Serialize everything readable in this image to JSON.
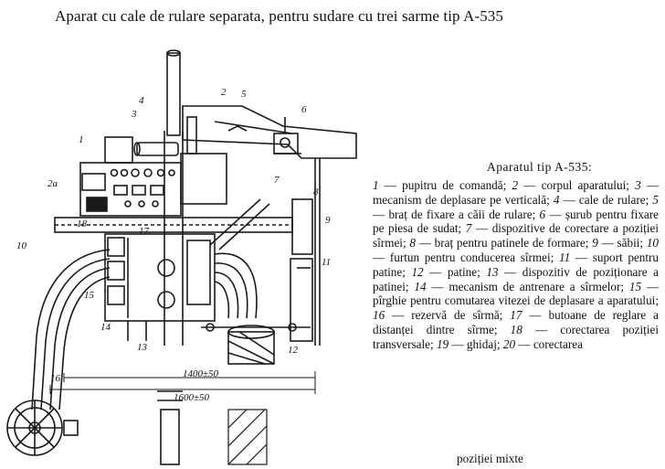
{
  "document": {
    "title": "Aparat cu cale de rulare separata, pentru sudare cu trei sarme tip A-535"
  },
  "figure": {
    "callouts": [
      "1",
      "2",
      "3",
      "4",
      "5",
      "6",
      "7",
      "8",
      "9",
      "10",
      "11",
      "12",
      "13",
      "14",
      "15",
      "16",
      "17",
      "18",
      "2a"
    ],
    "dimensions": [
      "1400±50",
      "1600±50"
    ]
  },
  "legend": {
    "title": "Aparatul tip A-535:",
    "entries": [
      {
        "num": "1",
        "text": "pupitru de comandă;"
      },
      {
        "num": "2",
        "text": "corpul aparatului;"
      },
      {
        "num": "3",
        "text": "mecanism de deplasare pe verticală;"
      },
      {
        "num": "4",
        "text": "cale de rulare;"
      },
      {
        "num": "5",
        "text": "braț de fixare a căii de rulare;"
      },
      {
        "num": "6",
        "text": "șurub pentru fixare pe piesa de sudat;"
      },
      {
        "num": "7",
        "text": "dispozitive de corectare a poziției sîrmei;"
      },
      {
        "num": "8",
        "text": "braț pentru patinele de formare;"
      },
      {
        "num": "9",
        "text": "săbii;"
      },
      {
        "num": "10",
        "text": "furtun pentru conducerea sîrmei;"
      },
      {
        "num": "11",
        "text": "suport pentru patine;"
      },
      {
        "num": "12",
        "text": "patine;"
      },
      {
        "num": "13",
        "text": "dispozitiv de poziționare a patinei;"
      },
      {
        "num": "14",
        "text": "mecanism de antrenare a sîrmelor;"
      },
      {
        "num": "15",
        "text": "pîrghie pentru comutarea vitezei de deplasare a aparatului;"
      },
      {
        "num": "16",
        "text": "rezervă de sîrmă;"
      },
      {
        "num": "17",
        "text": "butoane de reglare a distanței dintre sîrme;"
      },
      {
        "num": "18",
        "text": "corectarea poziției transversale;"
      },
      {
        "num": "19",
        "text": "ghidaj;"
      },
      {
        "num": "20",
        "text": "corectarea"
      }
    ],
    "tail": "poziției mixte"
  }
}
